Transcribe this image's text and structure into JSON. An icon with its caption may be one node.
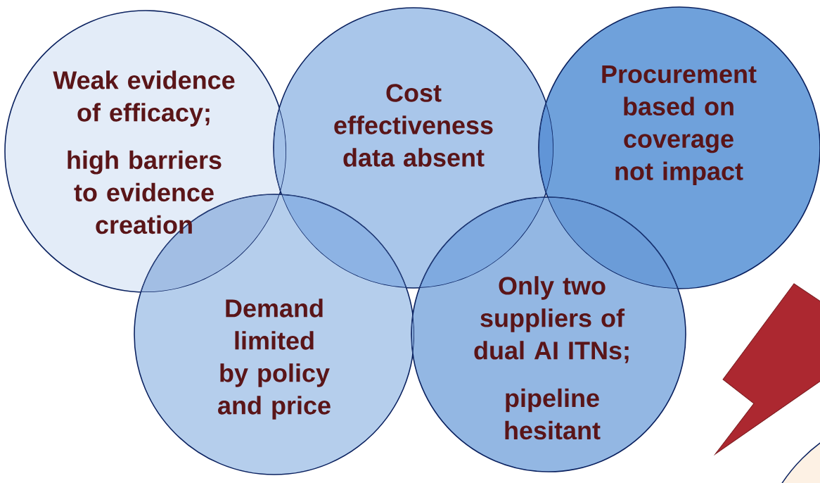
{
  "diagram": {
    "nodes": [
      {
        "text": [
          "Weak evidence of efficacy;",
          "high barriers to evidence creation"
        ]
      },
      {
        "text": [
          "Cost effectiveness data absent"
        ]
      },
      {
        "text": [
          "Procurement based on coverage not impact"
        ]
      },
      {
        "text": [
          "Demand limited by policy and price"
        ]
      },
      {
        "text": [
          "Only two suppliers of dual AI ITNs;",
          "pipeline hesitant"
        ]
      }
    ]
  }
}
